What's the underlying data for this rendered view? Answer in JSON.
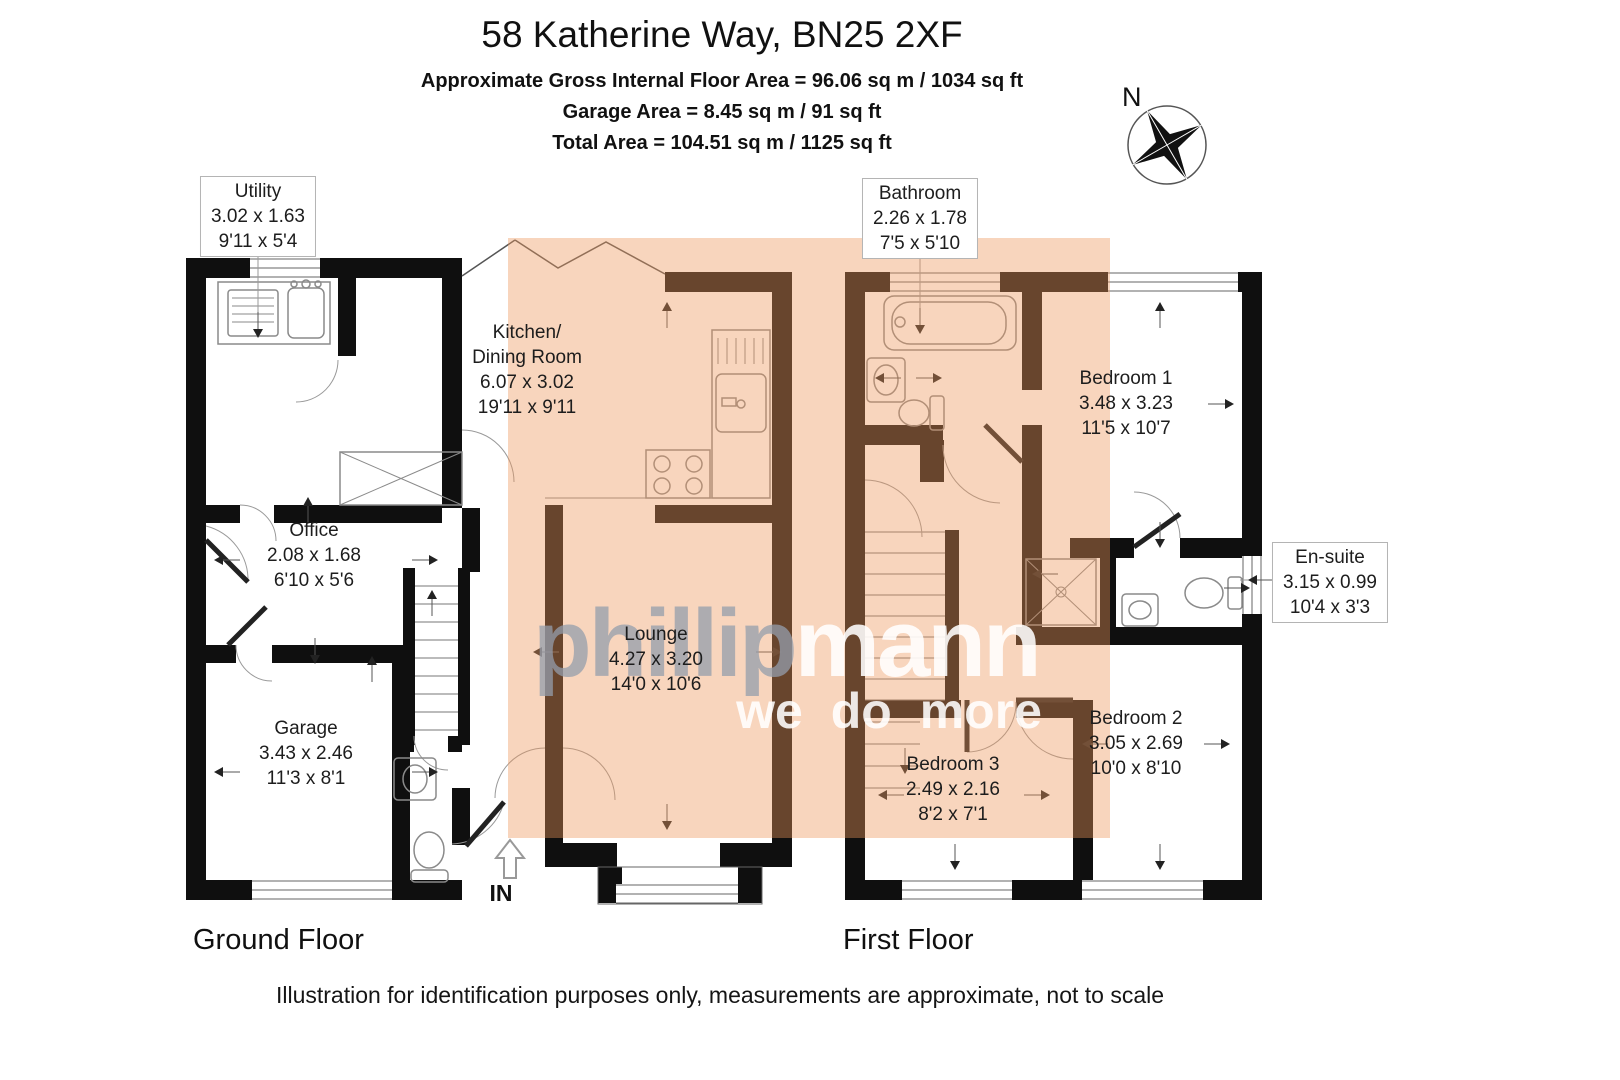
{
  "header": {
    "title": "58 Katherine Way, BN25 2XF",
    "area_lines": [
      "Approximate Gross Internal Floor Area = 96.06 sq m / 1034 sq ft",
      "Garage Area = 8.45 sq m / 91 sq ft",
      "Total Area = 104.51 sq m / 1125 sq ft"
    ]
  },
  "compass": {
    "label": "N"
  },
  "watermark": {
    "part1": "phillip",
    "part2": "mann",
    "tagline": "we do more"
  },
  "rooms": {
    "utility": {
      "name": "Utility",
      "metric": "3.02 x 1.63",
      "imperial": "9'11 x 5'4"
    },
    "kitchen": {
      "name": "Kitchen/",
      "name2": "Dining Room",
      "metric": "6.07 x 3.02",
      "imperial": "19'11 x 9'11"
    },
    "office": {
      "name": "Office",
      "metric": "2.08 x 1.68",
      "imperial": "6'10 x 5'6"
    },
    "garage": {
      "name": "Garage",
      "metric": "3.43 x 2.46",
      "imperial": "11'3 x 8'1"
    },
    "lounge": {
      "name": "Lounge",
      "metric": "4.27 x 3.20",
      "imperial": "14'0 x 10'6"
    },
    "bathroom": {
      "name": "Bathroom",
      "metric": "2.26 x 1.78",
      "imperial": "7'5 x 5'10"
    },
    "bedroom1": {
      "name": "Bedroom 1",
      "metric": "3.48 x 3.23",
      "imperial": "11'5 x 10'7"
    },
    "ensuite": {
      "name": "En-suite",
      "metric": "3.15 x 0.99",
      "imperial": "10'4 x 3'3"
    },
    "bedroom2": {
      "name": "Bedroom 2",
      "metric": "3.05 x 2.69",
      "imperial": "10'0 x 8'10"
    },
    "bedroom3": {
      "name": "Bedroom 3",
      "metric": "2.49 x 2.16",
      "imperial": "8'2 x 7'1"
    }
  },
  "entrance": {
    "label": "IN"
  },
  "floors": {
    "ground": "Ground Floor",
    "first": "First Floor"
  },
  "footer": {
    "disclaimer": "Illustration for identification purposes only, measurements are approximate, not to scale"
  },
  "colors": {
    "wall": "#0f0f0f",
    "highlight": "rgba(238,150,90,0.40)",
    "fixture": "#8a8a8a"
  }
}
